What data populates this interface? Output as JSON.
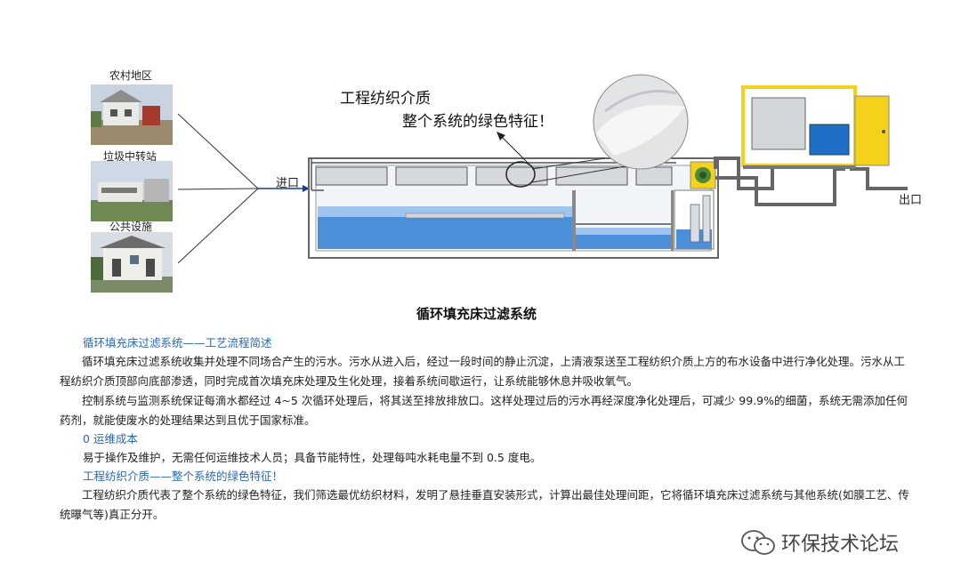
{
  "sources": [
    {
      "label": "农村地区"
    },
    {
      "label": "垃圾中转站"
    },
    {
      "label": "公共设施"
    }
  ],
  "diagram": {
    "annotation_title": "工程纺织介质",
    "annotation_sub": "整个系统的绿色特征！",
    "inlet_label": "进口",
    "outlet_label": "出口"
  },
  "caption": "循环填充床过滤系统",
  "sections": [
    {
      "heading": "循环填充床过滤系统——工艺流程简述",
      "paragraphs": [
        "循环填充床过滤系统收集并处理不同场合产生的污水。污水从进入后，经过一段时间的静止沉淀，上清液泵送至工程纺织介质上方的布水设备中进行净化处理。污水从工程纺织介质顶部向底部渗透，同时完成首次填充床处理及生化处理，接着系统间歇运行，让系统能够休息并吸收氧气。",
        "控制系统与监测系统保证每滴水都经过 4~5 次循环处理后，将其送至排放排放口。这样处理过后的污水再经深度净化处理后，可减少 99.9%的细菌，系统无需添加任何药剂，就能使废水的处理结果达到且优于国家标准。"
      ]
    },
    {
      "heading": "0 运维成本",
      "paragraphs": [
        "易于操作及维护，无需任何运维技术人员；具备节能特性，处理每吨水耗电量不到 0.5 度电。"
      ]
    },
    {
      "heading": "工程纺织介质——整个系统的绿色特征！",
      "paragraphs": [
        "工程纺织介质代表了整个系统的绿色特征，我们筛选最优纺织材料，发明了悬挂垂直安装形式，计算出最佳处理间距，它将循环填充床过滤系统与其他系统(如膜工艺、传统曝气等)真正分开。"
      ]
    }
  ],
  "watermark": "环保技术论坛",
  "colors": {
    "heading_blue": "#2a68b5",
    "water_blue": "#4a8fd8",
    "cabinet_yellow": "#f4d21c",
    "pump_blue": "#1f6fc8"
  }
}
